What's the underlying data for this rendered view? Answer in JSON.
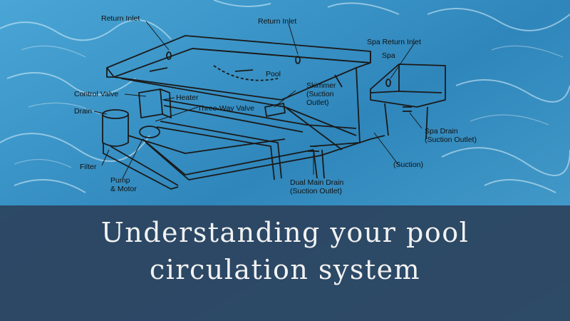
{
  "labels": {
    "return_inlet_left": "Return Inlet",
    "return_inlet_right": "Return Inlet",
    "spa_return_inlet": "Spa Return Inlet",
    "spa": "Spa",
    "pool": "Pool",
    "skimmer": "Skimmer",
    "skimmer_sub": "(Suction",
    "skimmer_sub2": "Outlet)",
    "control_valve": "Control Valve",
    "heater": "Heater",
    "drain": "Drain",
    "three_way_valve": "Three-Way Valve",
    "filter": "Filter",
    "pump": "Pump",
    "motor": "& Motor",
    "dual_main_drain": "Dual Main Drain",
    "dual_main_drain_sub": "(Suction Outlet)",
    "suction": "(Suction)",
    "spa_drain": "Spa Drain",
    "spa_drain_sub": "(Suction Outlet)"
  },
  "title": {
    "line1": "Understanding your pool",
    "line2": "circulation system"
  },
  "colors": {
    "water": "#3a8fc0",
    "banner": "#2c4460",
    "title_text": "#f2f2f2",
    "line": "#1a1a1a"
  }
}
